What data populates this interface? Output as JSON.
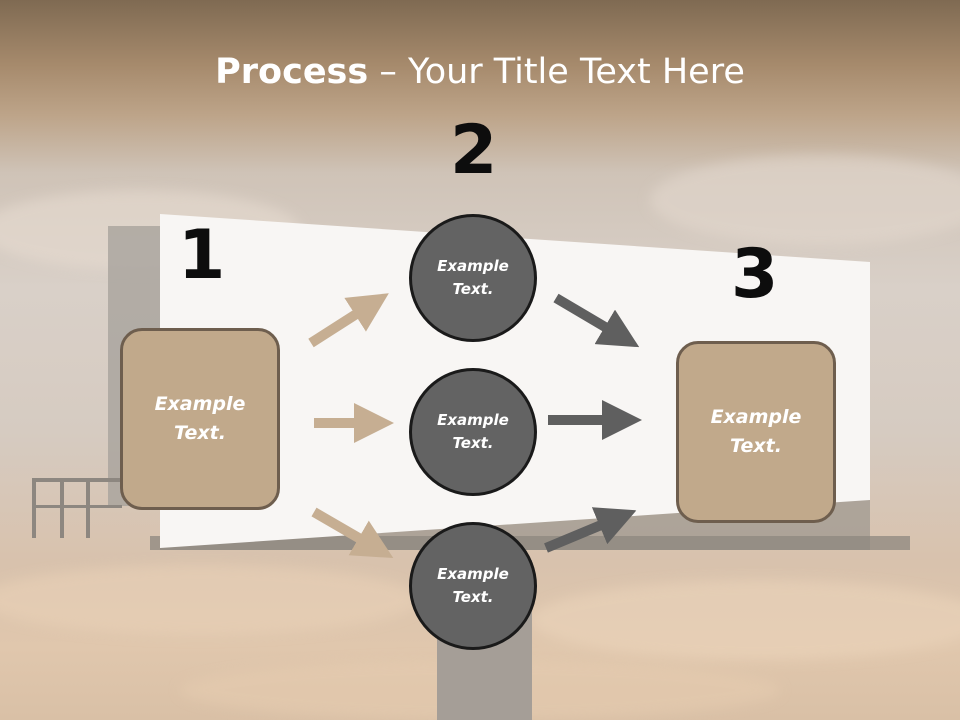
{
  "title": {
    "bold": "Process",
    "rest": " – Your Title Text Here"
  },
  "steps": {
    "one": {
      "number": "1",
      "text_line1": "Example",
      "text_line2": "Text."
    },
    "two": {
      "number": "2"
    },
    "three": {
      "number": "3",
      "text_line1": "Example",
      "text_line2": "Text."
    }
  },
  "circles": [
    {
      "text_line1": "Example",
      "text_line2": "Text."
    },
    {
      "text_line1": "Example",
      "text_line2": "Text."
    },
    {
      "text_line1": "Example",
      "text_line2": "Text."
    }
  ],
  "colors": {
    "box_fill": "#c1a98b",
    "circle_fill": "#636363",
    "arrow_left": "#c6ae92",
    "arrow_right": "#5f5f5f"
  }
}
